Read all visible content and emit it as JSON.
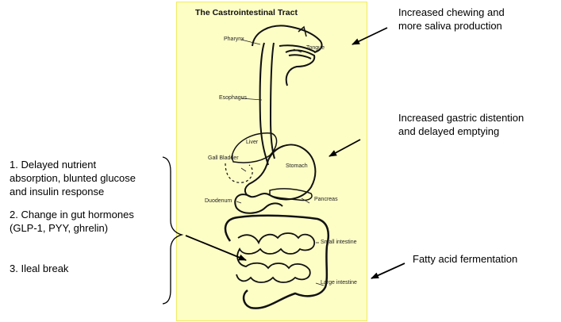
{
  "diagram": {
    "title": "The Castrointestinal Tract",
    "organ_labels": {
      "pharynx": "Pharynx",
      "tongue": "Tongue",
      "esophagus": "Esophagus",
      "liver": "Liver",
      "gall_bladder": "Gall Bladder",
      "stomach": "Stomach",
      "duodenum": "Duodenum",
      "pancreas": "Pancreas",
      "small_intestine": "Small intestine",
      "large_intestine": "Large intestine"
    },
    "annotations": {
      "chewing_line1": "Increased chewing and",
      "chewing_line2": "more saliva production",
      "gastric_line1": "Increased gastric distention",
      "gastric_line2": "and delayed emptying",
      "fermentation": "Fatty acid fermentation"
    },
    "effects_list": {
      "item1_line1": "1. Delayed nutrient",
      "item1_line2": "absorption, blunted glucose",
      "item1_line3": "and insulin response",
      "item2_line1": "2. Change in gut hormones",
      "item2_line2": "(GLP-1, PYY, ghrelin)",
      "item3_line1": "3. Ileal break"
    }
  }
}
